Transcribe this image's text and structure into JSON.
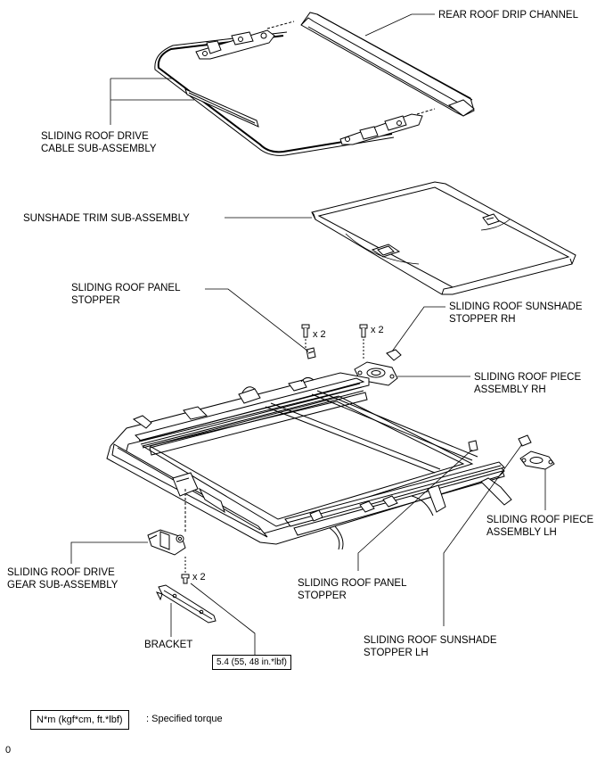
{
  "labels": {
    "rear_roof_drip_channel": "REAR ROOF DRIP CHANNEL",
    "drive_cable_line1": "SLIDING ROOF DRIVE",
    "drive_cable_line2": "CABLE SUB-ASSEMBLY",
    "sunshade_trim": "SUNSHADE TRIM SUB-ASSEMBLY",
    "panel_stopper_top_line1": "SLIDING ROOF PANEL",
    "panel_stopper_top_line2": "STOPPER",
    "sunshade_stopper_rh_line1": "SLIDING ROOF SUNSHADE",
    "sunshade_stopper_rh_line2": "STOPPER RH",
    "piece_rh_line1": "SLIDING ROOF PIECE",
    "piece_rh_line2": "ASSEMBLY RH",
    "piece_lh_line1": "SLIDING ROOF PIECE",
    "piece_lh_line2": "ASSEMBLY LH",
    "drive_gear_line1": "SLIDING ROOF DRIVE",
    "drive_gear_line2": "GEAR SUB-ASSEMBLY",
    "panel_stopper_bottom_line1": "SLIDING ROOF PANEL",
    "panel_stopper_bottom_line2": "STOPPER",
    "bracket": "BRACKET",
    "sunshade_stopper_lh_line1": "SLIDING ROOF SUNSHADE",
    "sunshade_stopper_lh_line2": "STOPPER LH"
  },
  "quantities": {
    "bolt_a": "x 2",
    "bolt_b": "x 2",
    "bolt_c": "x 2"
  },
  "torque": {
    "value": "5.4 (55, 48 in.*lbf)"
  },
  "legend": {
    "box": "N*m (kgf*cm, ft.*lbf)",
    "text": ": Specified torque"
  },
  "footer": {
    "code": "0"
  }
}
